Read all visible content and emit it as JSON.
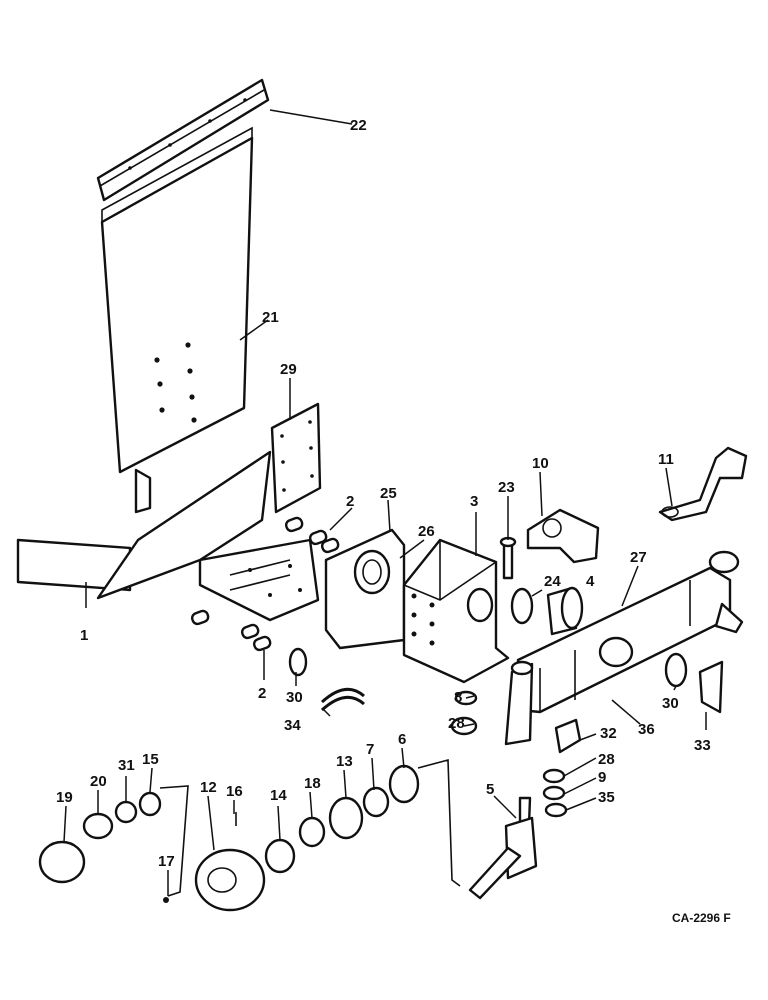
{
  "drawing_code": "CA-2296 F",
  "callouts": {
    "c1": "1",
    "c2a": "2",
    "c2b": "2",
    "c3": "3",
    "c4": "4",
    "c5": "5",
    "c6": "6",
    "c7": "7",
    "c8": "8",
    "c9": "9",
    "c10": "10",
    "c11": "11",
    "c12": "12",
    "c13": "13",
    "c14": "14",
    "c15": "15",
    "c16": "16",
    "c17": "17",
    "c18": "18",
    "c19": "19",
    "c20": "20",
    "c21": "21",
    "c22": "22",
    "c23": "23",
    "c24": "24",
    "c25": "25",
    "c26": "26",
    "c27": "27",
    "c28a": "28",
    "c28b": "28",
    "c29": "29",
    "c30a": "30",
    "c30b": "30",
    "c31": "31",
    "c32": "32",
    "c33": "33",
    "c34": "34",
    "c35": "35",
    "c36": "36"
  }
}
